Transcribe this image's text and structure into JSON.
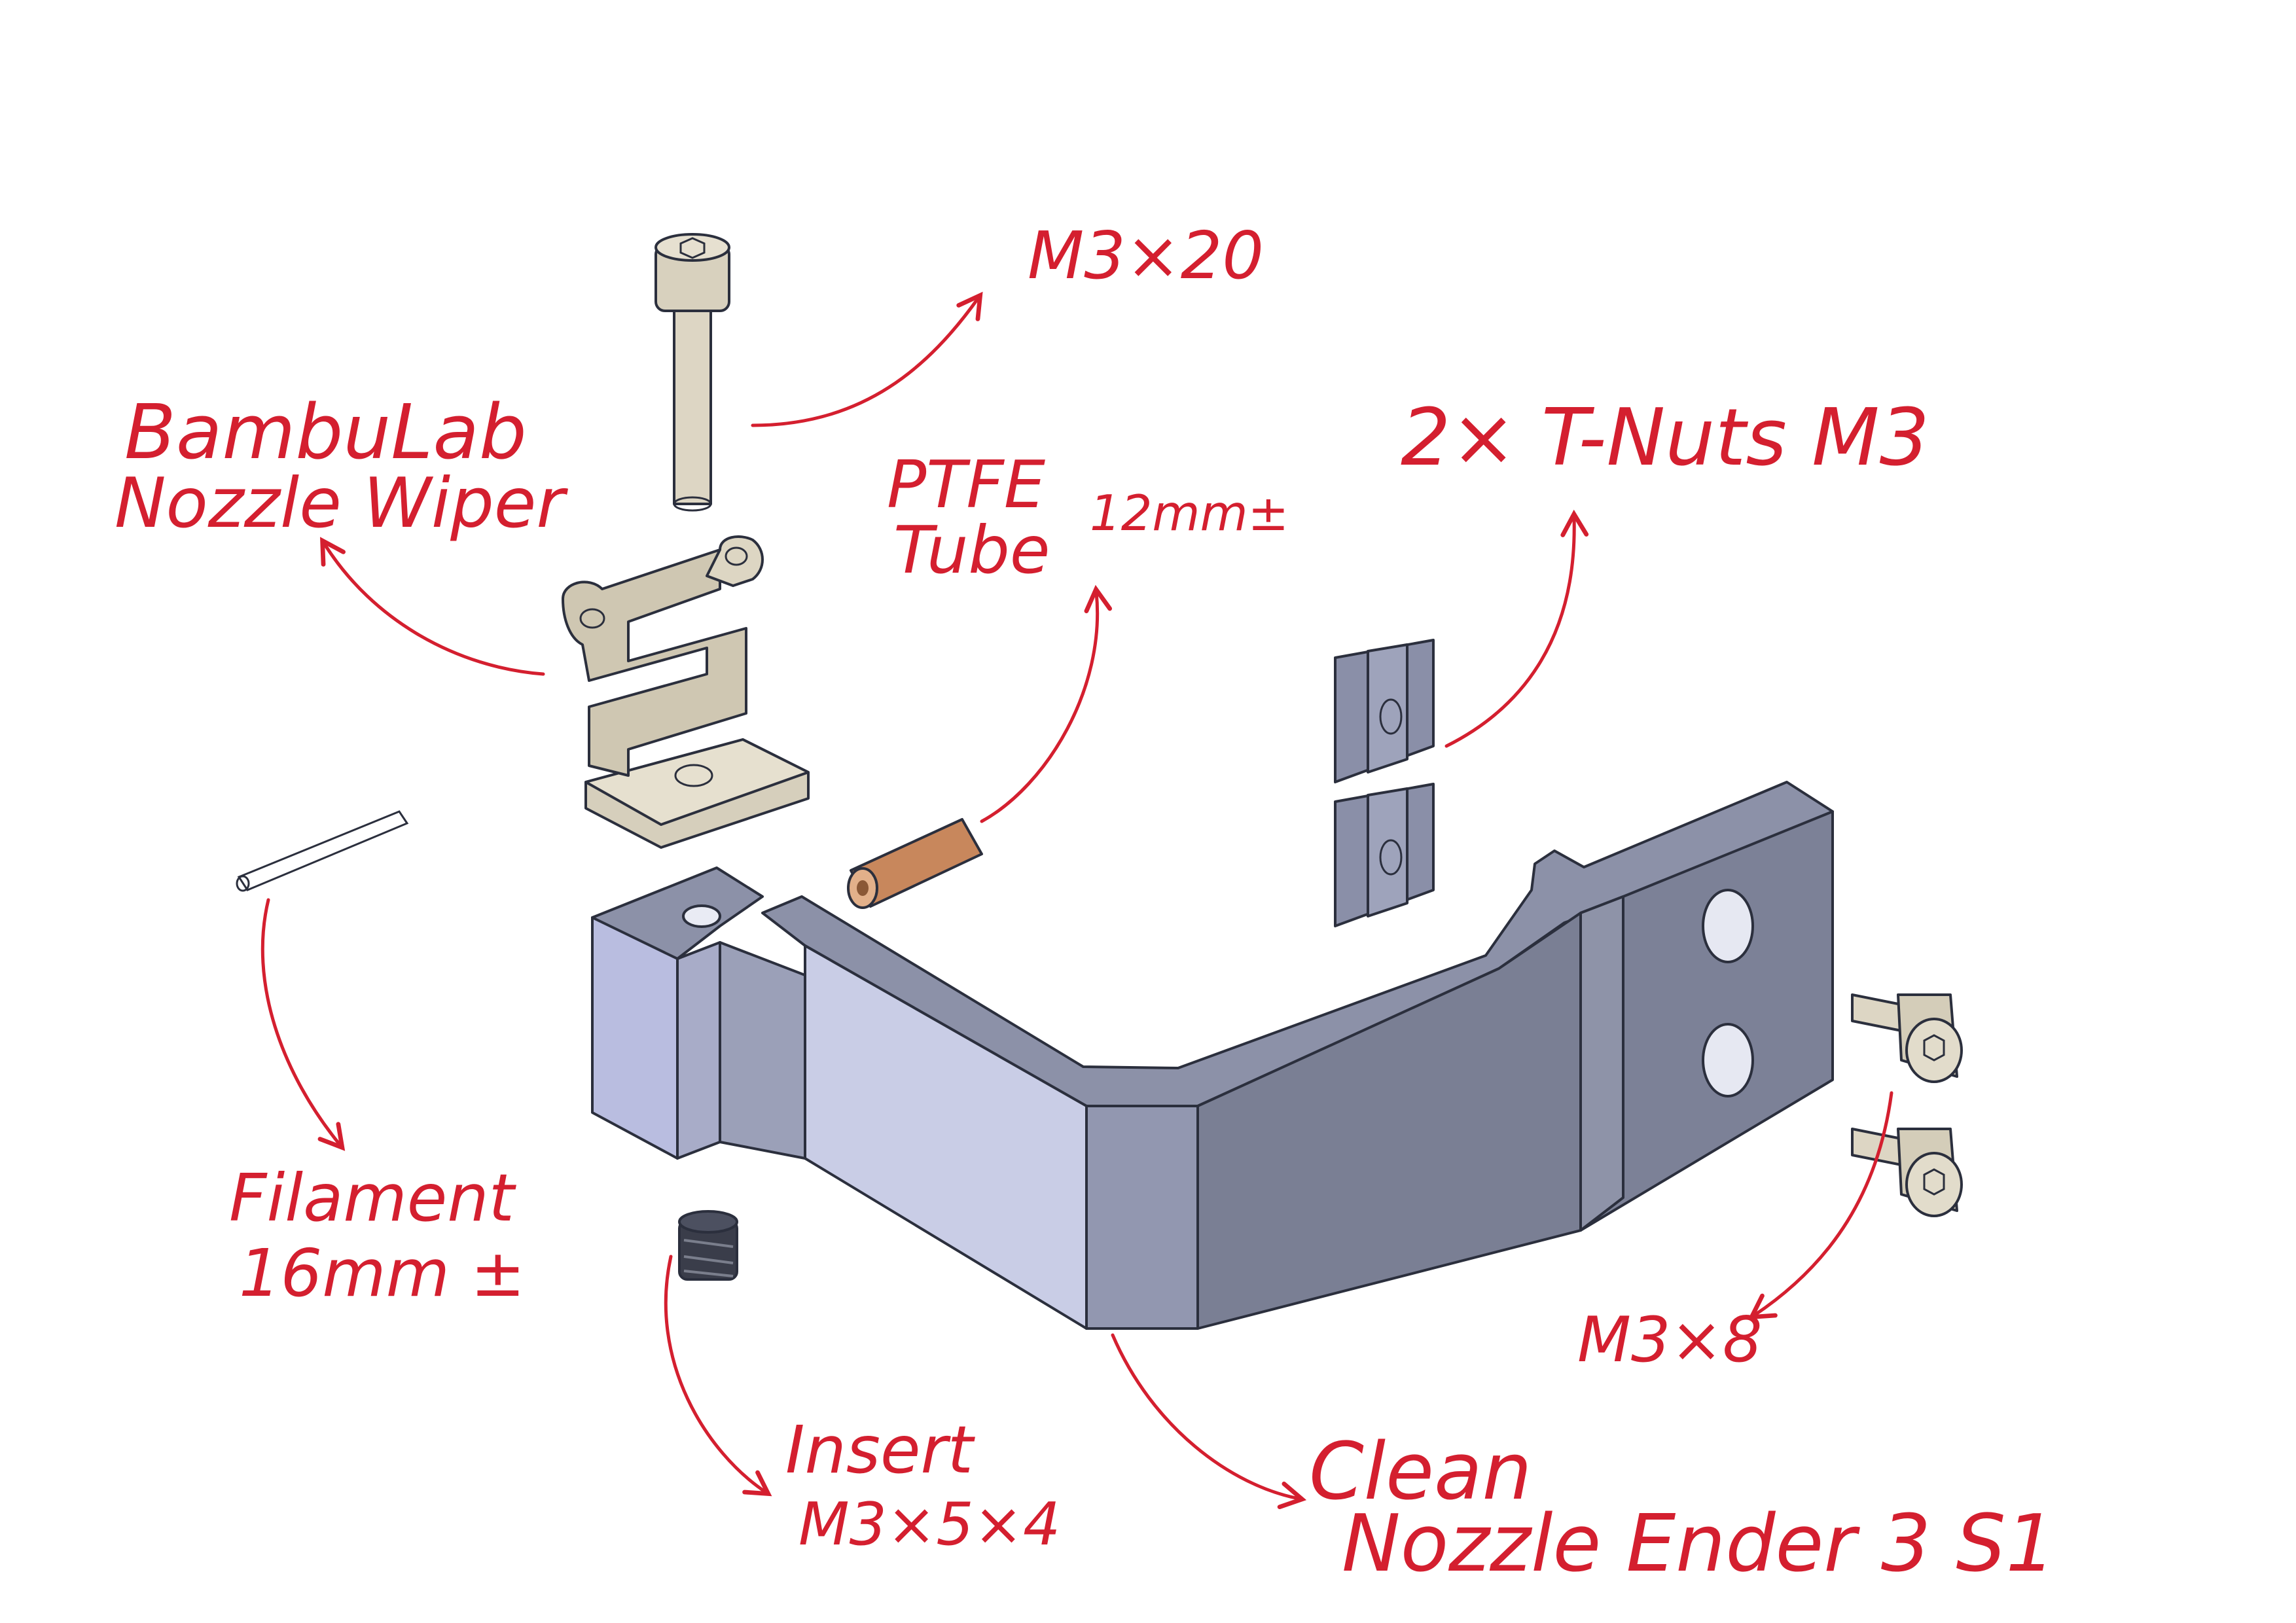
{
  "labels": {
    "screw_long": "M3×20",
    "wiper_line1": "BambuLab",
    "wiper_line2": "Nozzle Wiper",
    "ptfe_line1": "PTFE",
    "ptfe_line2": "Tube",
    "ptfe_length": "12mm±",
    "tnuts": "2× T-Nuts M3",
    "filament_line1": "Filament",
    "filament_line2": "16mm ±",
    "screw_short": "M3×8",
    "insert_line1": "Insert",
    "insert_line2": "M3×5×4",
    "bracket_line1": "Clean",
    "bracket_line2": "Nozzle Ender 3 S1"
  },
  "colors": {
    "annotation": "#d41f2f",
    "bracket_top": "#8c91a8",
    "bracket_front": "#c9cde6",
    "bracket_side": "#7a7f94",
    "wiper": "#d6cfbc",
    "ptfe": "#c8875c",
    "tnut": "#8a8fa8",
    "screw": "#ddd6c4",
    "insert": "#3a3d4a",
    "filament": "#9aa0ae"
  }
}
